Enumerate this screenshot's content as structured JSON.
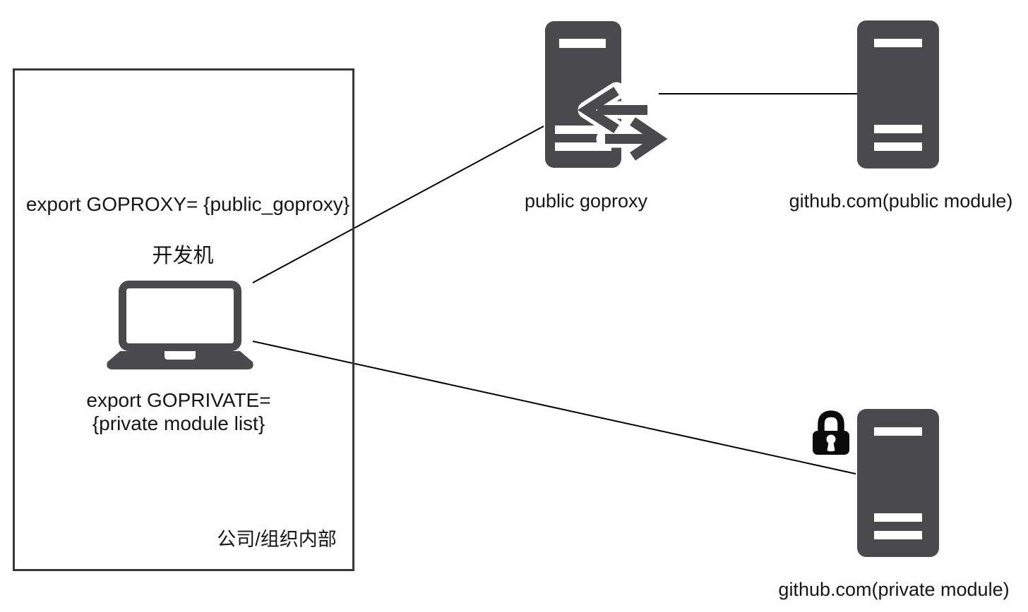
{
  "internal_box": {
    "label": "公司/组织内部",
    "env_goproxy": "export GOPROXY= {public_goproxy}",
    "dev_machine_label": "开发机",
    "env_goprivate_line1": "export GOPRIVATE=",
    "env_goprivate_line2": "{private module list}"
  },
  "nodes": {
    "public_goproxy": {
      "label": "public goproxy",
      "icon": "proxy-server-icon"
    },
    "github_public": {
      "label": "github.com(public module)",
      "icon": "server-icon"
    },
    "github_private": {
      "label": "github.com(private module)",
      "icon": "server-with-lock-icon"
    }
  },
  "edges": [
    {
      "from": "dev-machine",
      "to": "public-goproxy"
    },
    {
      "from": "public-goproxy",
      "to": "github-public-module"
    },
    {
      "from": "dev-machine",
      "to": "github-private-module"
    }
  ],
  "colors": {
    "node_fill": "#4a4a4c",
    "lock_fill": "#0b0b0b",
    "edge_line": "#000000",
    "box_border": "#383838",
    "text": "#161616"
  }
}
